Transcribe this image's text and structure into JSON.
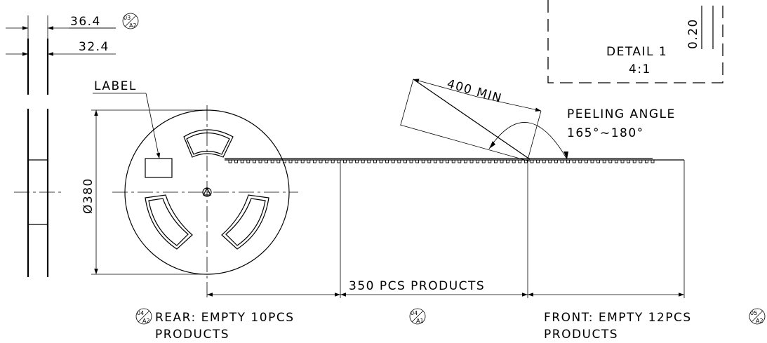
{
  "dimensions": {
    "flange_outer": "36.4",
    "flange_inner": "32.4",
    "reel_diameter": "Ø380",
    "leader_length": "400 MIN",
    "products": "350 PCS PRODUCTS"
  },
  "labels": {
    "label": "LABEL",
    "peeling_title": "PEELING ANGLE",
    "peeling_range": "165°~180°",
    "detail_title": "DETAIL 1",
    "detail_scale": "4:1",
    "detail_value": "0.20",
    "rear_line1": "REAR: EMPTY 10PCS",
    "rear_line2": "PRODUCTS",
    "front_line1": "FRONT: EMPTY 12PCS",
    "front_line2": "PRODUCTS"
  },
  "revision_tags": {
    "tag_a": {
      "top": "03",
      "bottom": "A2"
    },
    "tag_b": {
      "top": "04",
      "bottom": "A2"
    },
    "tag_c": {
      "top": "04",
      "bottom": "A1"
    },
    "tag_d": {
      "top": "05",
      "bottom": "A2"
    }
  }
}
